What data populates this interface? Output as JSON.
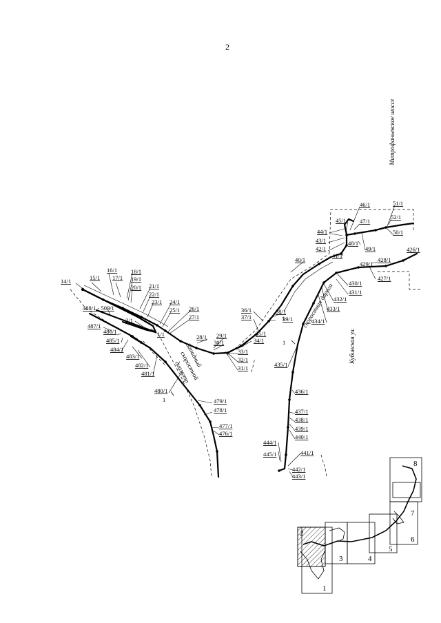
{
  "page_number": "2",
  "roads": [
    {
      "id": "mitro",
      "text": "Митрофаньевское шоссе"
    },
    {
      "id": "skor",
      "text": "скоростная дорога"
    },
    {
      "id": "kub",
      "text": "Кубинская ул."
    },
    {
      "id": "zap1",
      "text": "Западный"
    },
    {
      "id": "zap2",
      "text": "скоростной"
    },
    {
      "id": "zap3",
      "text": "диаметр"
    }
  ],
  "line_marks": [
    "1",
    "1",
    "1"
  ],
  "labels": [
    "14/1",
    "15/1",
    "16/1",
    "17/1",
    "18/1",
    "19/1",
    "20/1",
    "21/1",
    "22/1",
    "23/1",
    "24/1",
    "25/1",
    "26/1",
    "27/1",
    "1/1",
    "2/1",
    "488/1 - 509/1",
    "487/1",
    "486/1",
    "485/1",
    "484/1",
    "483/1",
    "482/1",
    "481/1",
    "480/1",
    "479/1",
    "478/1",
    "477/1",
    "476/1",
    "28/1",
    "29/1",
    "30/1",
    "31/1",
    "32/1",
    "33/1",
    "34/1",
    "35/1",
    "36/1",
    "37/1",
    "38/1",
    "39/1",
    "40/1",
    "41/1",
    "42/1",
    "43/1",
    "44/1",
    "45/1",
    "46/1",
    "47/1",
    "48/1",
    "49/1",
    "50/1",
    "51/1",
    "52/1",
    "426/1",
    "427/1",
    "428/1",
    "429/1",
    "430/1",
    "431/1",
    "432/1",
    "433/1",
    "434/1",
    "435/1",
    "436/1",
    "437/1",
    "438/1",
    "439/1",
    "440/1",
    "441/1",
    "442/1",
    "443/1",
    "444/1",
    "445/1"
  ],
  "key_sheets": [
    "1",
    "2",
    "3",
    "4",
    "5",
    "6",
    "7",
    "8"
  ]
}
